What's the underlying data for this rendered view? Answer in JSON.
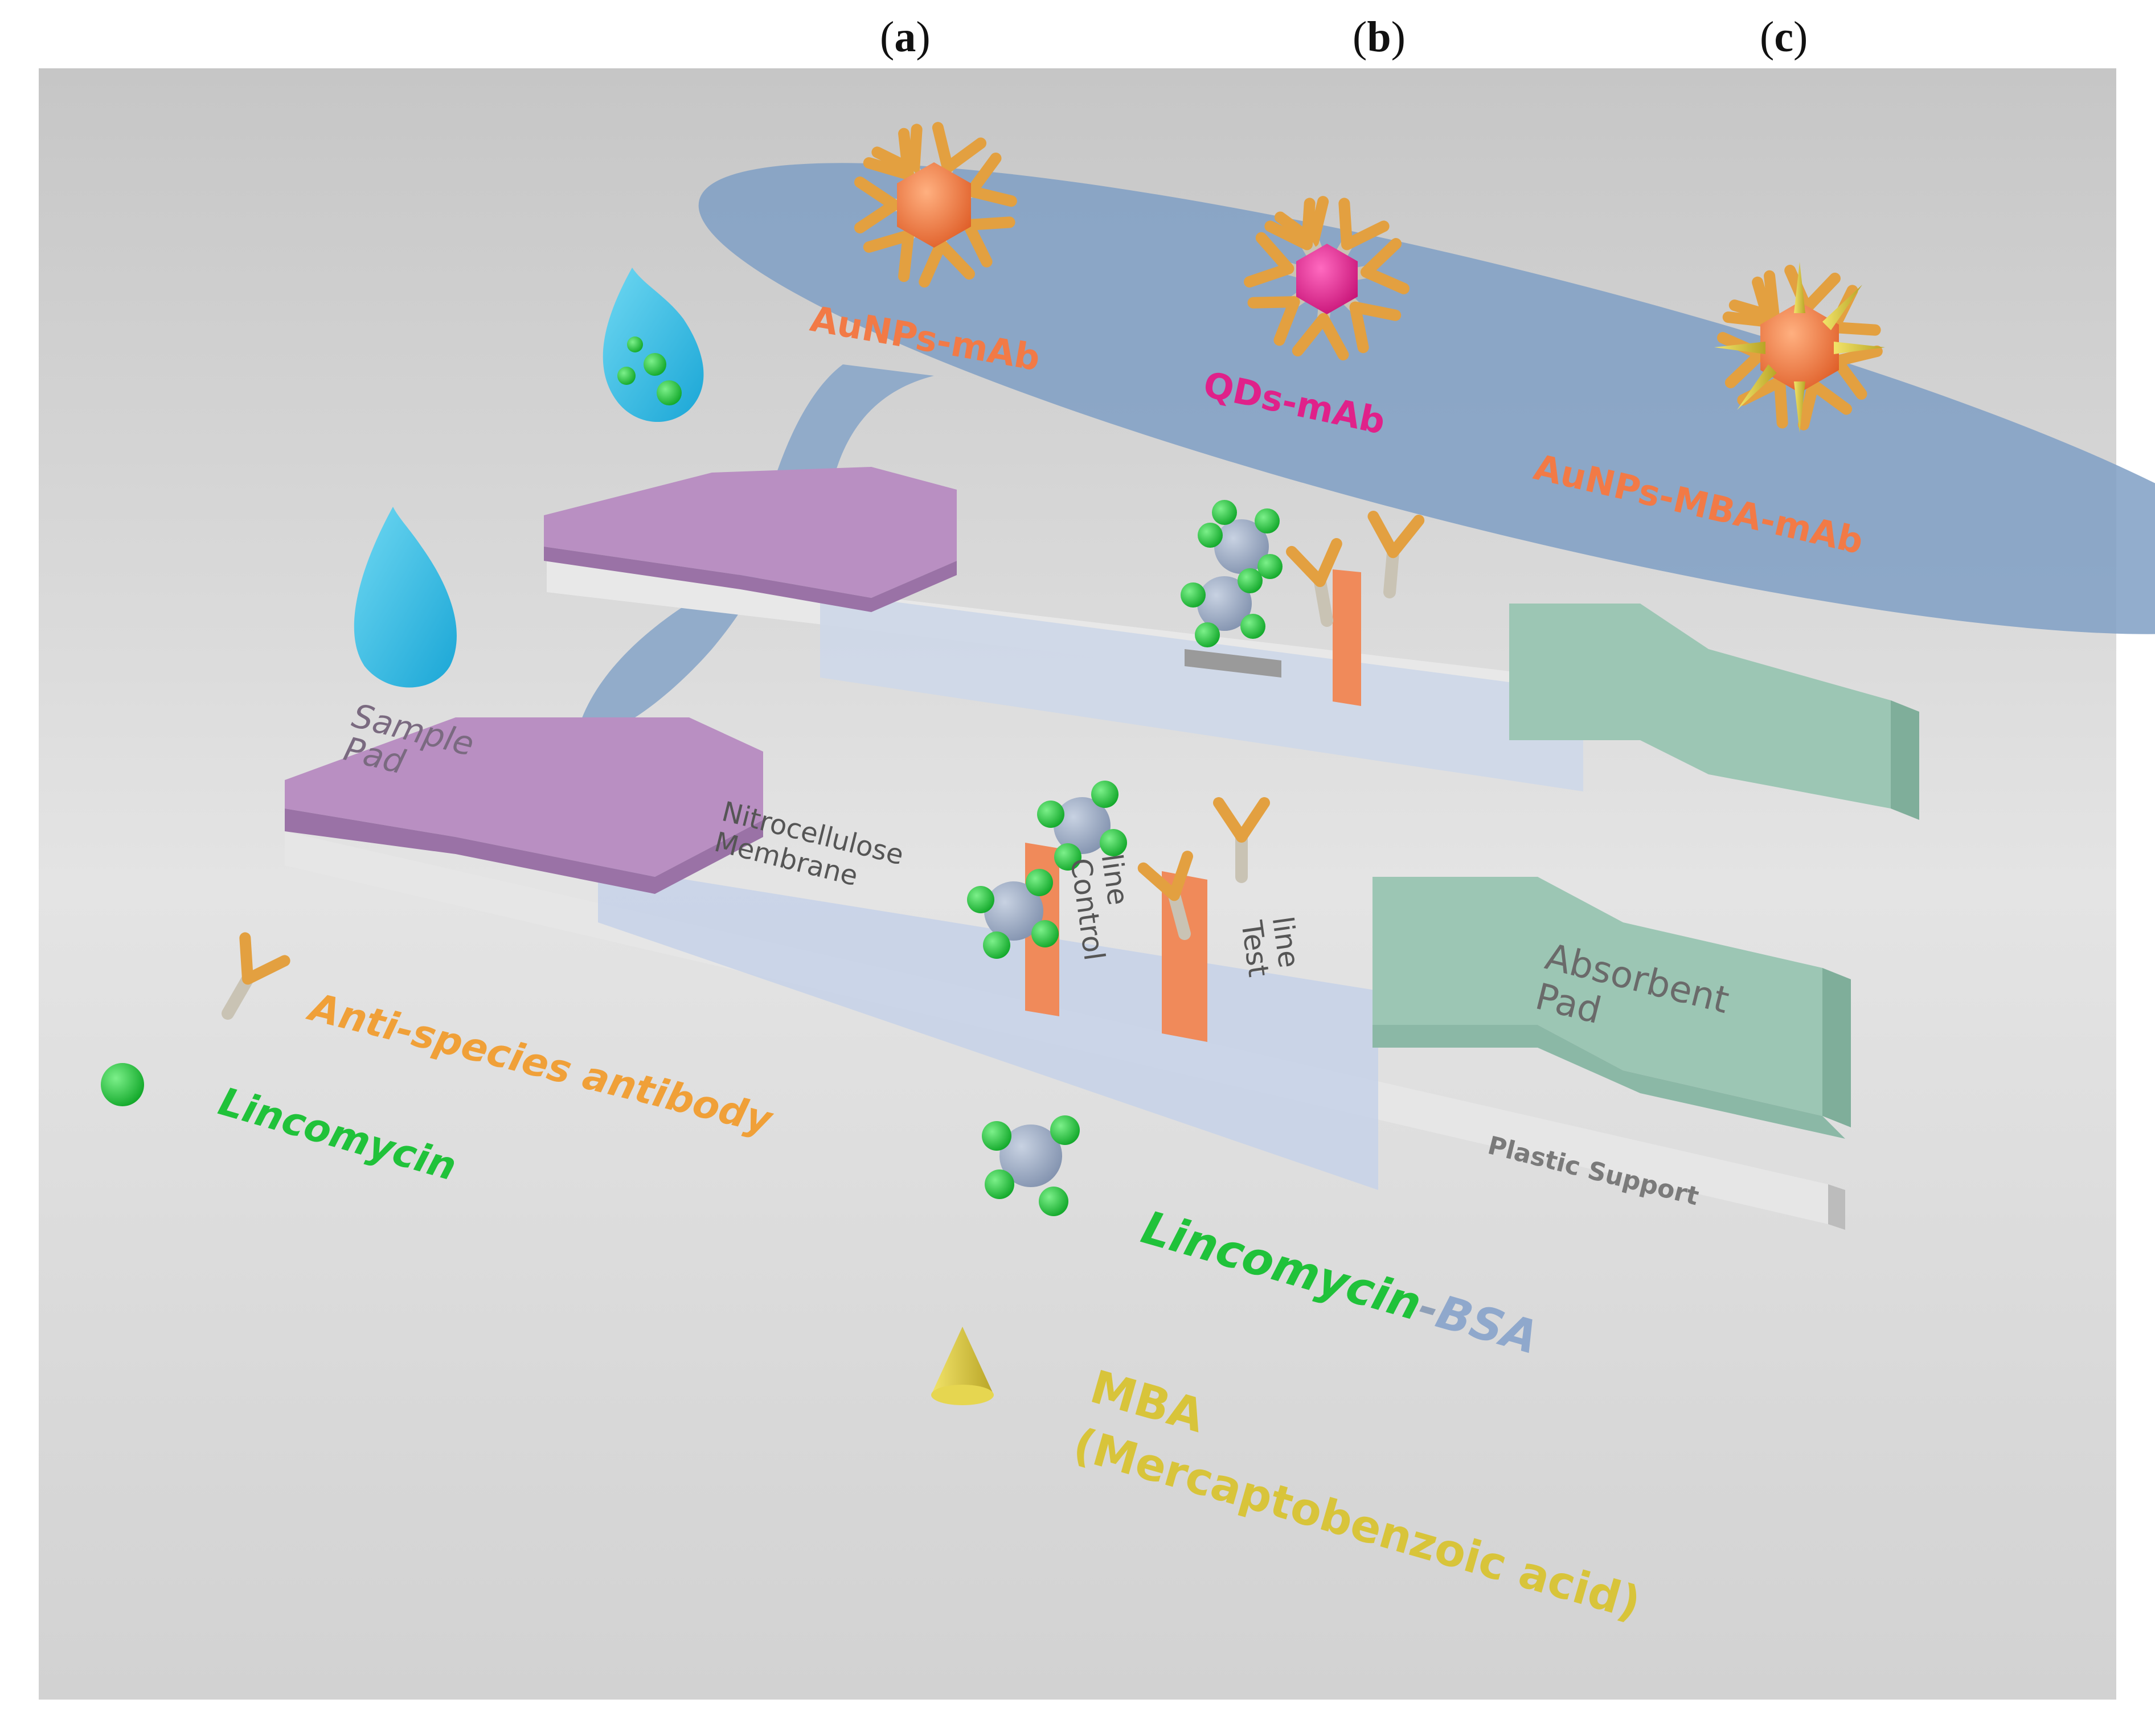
{
  "panels": [
    {
      "open": "(",
      "letter": "a",
      "close": ")"
    },
    {
      "open": "(",
      "letter": "b",
      "close": ")"
    },
    {
      "open": "(",
      "letter": "c",
      "close": ")"
    }
  ],
  "probes": {
    "aunps": "AuNPs-mAb",
    "qds": "QDs-mAb",
    "aunps_mba": "AuNPs-MBA-mAb"
  },
  "strip": {
    "sample_pad": [
      "Sample",
      "Pad"
    ],
    "membrane": [
      "Nitrocellulose",
      "Membrane"
    ],
    "control_line": [
      "Control",
      "line"
    ],
    "test_line": [
      "Test",
      "line"
    ],
    "absorbent_pad": [
      "Absorbent",
      "Pad"
    ],
    "support": "Plastic Support"
  },
  "legend": {
    "antibody": "Anti-species antibody",
    "lincomycin": "Lincomycin",
    "conjugate_part1": "Lincomycin",
    "conjugate_part2": "-",
    "conjugate_part3": "BSA",
    "mba_line1": "MBA",
    "mba_line2": "(Mercaptobenzoic acid)"
  },
  "colors": {
    "sample_pad": "#b98fc2",
    "membrane": "#c8d3e6",
    "absorbent_pad": "#9cc6b4",
    "probe_ellipse": "#7f9fc4",
    "gold": "#e8a64a",
    "lincomycin": "#22c23a",
    "bsa": "#9aa8c0",
    "test_line": "#f08a5a",
    "qd": "#e0218a",
    "aunp": "#f07a46",
    "mba": "#d8c43a",
    "droplet": "#38c2e6"
  }
}
